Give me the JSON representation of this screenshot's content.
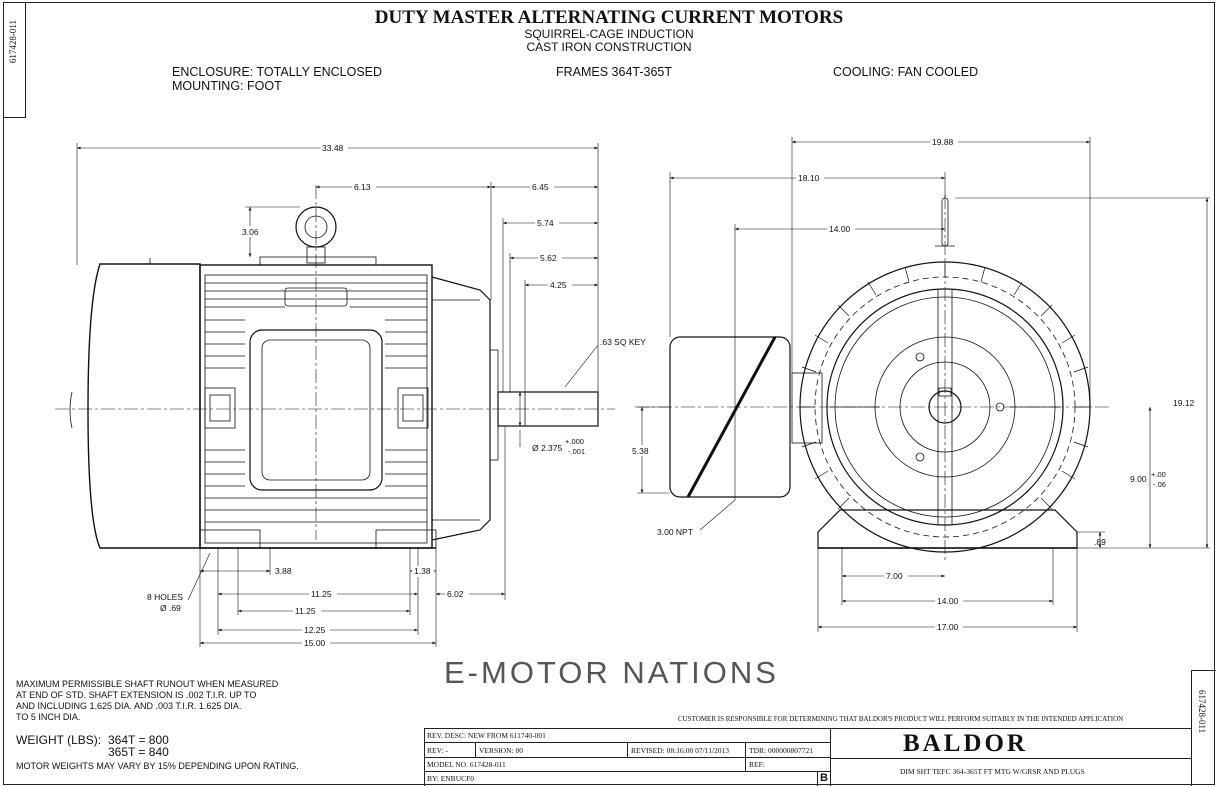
{
  "header": {
    "title": "DUTY MASTER ALTERNATING CURRENT MOTORS",
    "subtitle_1": "SQUIRREL-CAGE INDUCTION",
    "subtitle_2": "CAST IRON CONSTRUCTION",
    "enclosure": "ENCLOSURE: TOTALLY ENCLOSED",
    "mounting": "MOUNTING: FOOT",
    "frames": "FRAMES 364T-365T",
    "cooling": "COOLING: FAN COOLED"
  },
  "drawing_number": "617428-011",
  "side_view": {
    "dim_overall": "33.48",
    "dim_eyebolt": "6.13",
    "dim_eye_height": "3.06",
    "dim_645": "6.45",
    "dim_574": "5.74",
    "dim_562": "5.62",
    "dim_425": "4.25",
    "key": ".63 SQ KEY",
    "shaft_dia": "Ø 2.375",
    "shaft_tol_plus": "+.000",
    "shaft_tol_minus": "-.001",
    "holes": "8 HOLES",
    "hole_dia": "Ø .69",
    "dim_388": "3.88",
    "dim_138": "1.38",
    "dim_1125a": "11.25",
    "dim_1125b": "11.25",
    "dim_602": "6.02",
    "dim_1225": "12.25",
    "dim_1500": "15.00"
  },
  "end_view": {
    "dim_1988": "19.88",
    "dim_1810": "18.10",
    "dim_1400_top": "14.00",
    "dim_1912": "19.12",
    "dim_538": "5.38",
    "conduit": "3.00 NPT",
    "dim_900": "9.00",
    "dim_900_plus": "+.00",
    "dim_900_minus": "-.06",
    "dim_089": ".89",
    "dim_700": "7.00",
    "dim_1400_bottom": "14.00",
    "dim_1700": "17.00"
  },
  "watermark": "E-MOTOR NATIONS",
  "notes": {
    "runout_1": "MAXIMUM PERMISSIBLE SHAFT RUNOUT WHEN MEASURED",
    "runout_2": "AT END OF STD. SHAFT EXTENSION IS .002 T.I.R. UP TO",
    "runout_3": "AND INCLUDING 1.625 DIA. AND .003 T.I.R. 1.625 DIA.",
    "runout_4": "TO 5 INCH DIA.",
    "weight_label": "WEIGHT (LBS):",
    "weight_364": "364T = 800",
    "weight_365": "365T = 840",
    "weight_note": "MOTOR WEIGHTS MAY VARY BY 15% DEPENDING UPON RATING."
  },
  "title_block": {
    "disclaimer": "CUSTOMER IS RESPONSIBLE FOR DETERMINING THAT BALDOR'S PRODUCT WILL PERFORM SUITABLY IN THE INTENDED APPLICATION",
    "rev_desc": "REV. DESC: NEW FROM 611740-001",
    "rev": "REV:  -",
    "version": "VERSION:  00",
    "revised": "REVISED:  08:16:00 07/11/2013",
    "tdr": "TDR:  000000807721",
    "model_no": "MODEL NO.  617428-011",
    "ref": "REF:",
    "by": "BY: ENBUCF0",
    "size": "B",
    "logo": "BALDOR",
    "description": "DIM SHT TEFC 364-365T FT MTG W/GRSR AND PLUGS"
  }
}
